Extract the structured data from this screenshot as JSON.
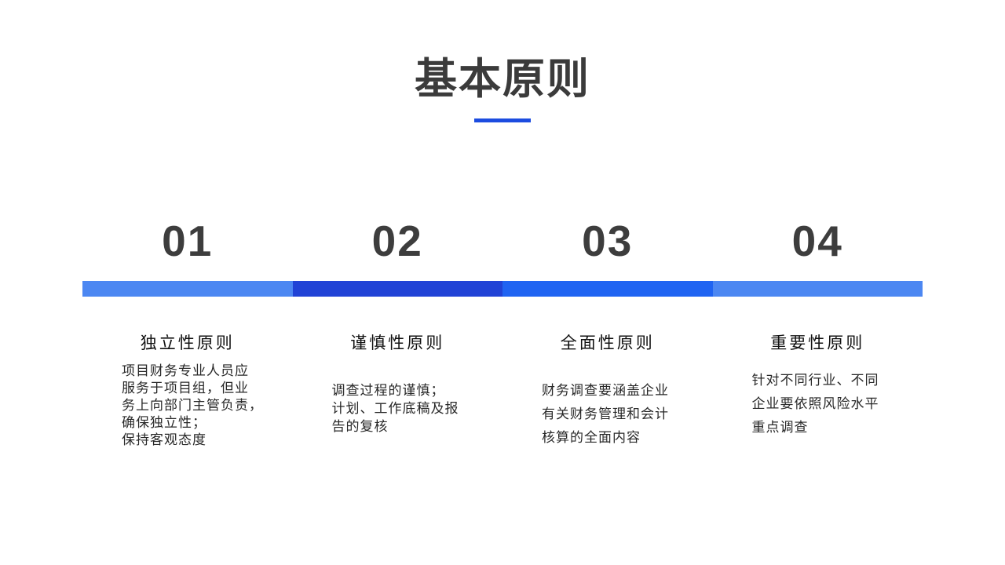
{
  "title": {
    "text": "基本原则"
  },
  "accent": {
    "underline_color": "#1c4ce0"
  },
  "columns": [
    {
      "number": "01",
      "bar_color": "#4c87f2",
      "heading": "独立性原则",
      "body": "项目财务专业人员应\n服务于项目组，但业\n务上向部门主管负责，\n确保独立性；\n保持客观态度"
    },
    {
      "number": "02",
      "bar_color": "#2143d6",
      "heading": "谨慎性原则",
      "body": "调查过程的谨慎；\n计划、工作底稿及报\n告的复核"
    },
    {
      "number": "03",
      "bar_color": "#2064f2",
      "heading": "全面性原则",
      "body": "财务调查要涵盖企业\n有关财务管理和会计\n核算的全面内容"
    },
    {
      "number": "04",
      "bar_color": "#4c87f2",
      "heading": "重要性原则",
      "body": "针对不同行业、不同\n企业要依照风险水平\n重点调查"
    }
  ]
}
